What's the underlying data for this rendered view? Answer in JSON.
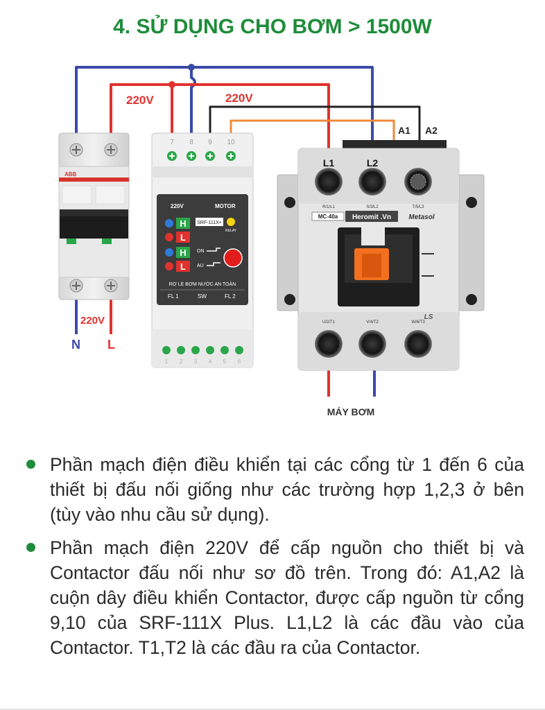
{
  "title": "4. SỬ DỤNG CHO BƠM > 1500W",
  "labels": {
    "v_top_left": "220V",
    "v_top_right": "220V",
    "v_breaker": "220V",
    "n": "N",
    "l": "L",
    "a1": "A1",
    "a2": "A2",
    "c_l1": "L1",
    "c_l2": "L2",
    "pump": "MÁY BƠM"
  },
  "breaker": {
    "brand": "ABB"
  },
  "relay": {
    "terminals_top": [
      "7",
      "8",
      "9",
      "10"
    ],
    "terminals_bottom": [
      "1",
      "2",
      "3",
      "4",
      "5",
      "6"
    ],
    "head_220v": "220V",
    "head_motor": "MOTOR",
    "model": "SRF-111X+",
    "relay_lbl": "RELAY",
    "h": "H",
    "l": "L",
    "on": "ON",
    "au": "AU",
    "name": "RƠ LE BƠM NƯỚC AN TOÀN",
    "fl1": "FL 1",
    "sw": "SW",
    "fl2": "FL 2"
  },
  "contactor": {
    "model": "MC-40a",
    "brand": "Metasol",
    "sticker": "Heromit .Vn",
    "t_top": [
      "R/1/L1",
      "S/3/L2",
      "T/5/L3"
    ],
    "t_bottom": [
      "U/2/T1",
      "V/4/T2",
      "W/6/T3"
    ],
    "logo": "LS"
  },
  "bullets": [
    "Phần mạch điện điều khiển tại các cổng từ 1 đến 6 của thiết bị đấu nối giống như các trường hợp 1,2,3 ở bên (tùy vào nhu cầu sử dụng).",
    "Phần mạch điện 220V để cấp nguồn cho thiết bị và Contactor đấu nối như sơ đồ trên. Trong đó: A1,A2 là cuộn dây điều khiển Contactor, được cấp nguồn từ cổng 9,10 của SRF-111X Plus. L1,L2 là các đầu vào của Contactor. T1,T2 là các đầu ra của Contactor."
  ],
  "colors": {
    "title": "#1e8c3a",
    "wire_blue": "#3a4aa8",
    "wire_red": "#e0322f",
    "wire_black": "#222222",
    "wire_orange": "#f0883a"
  }
}
